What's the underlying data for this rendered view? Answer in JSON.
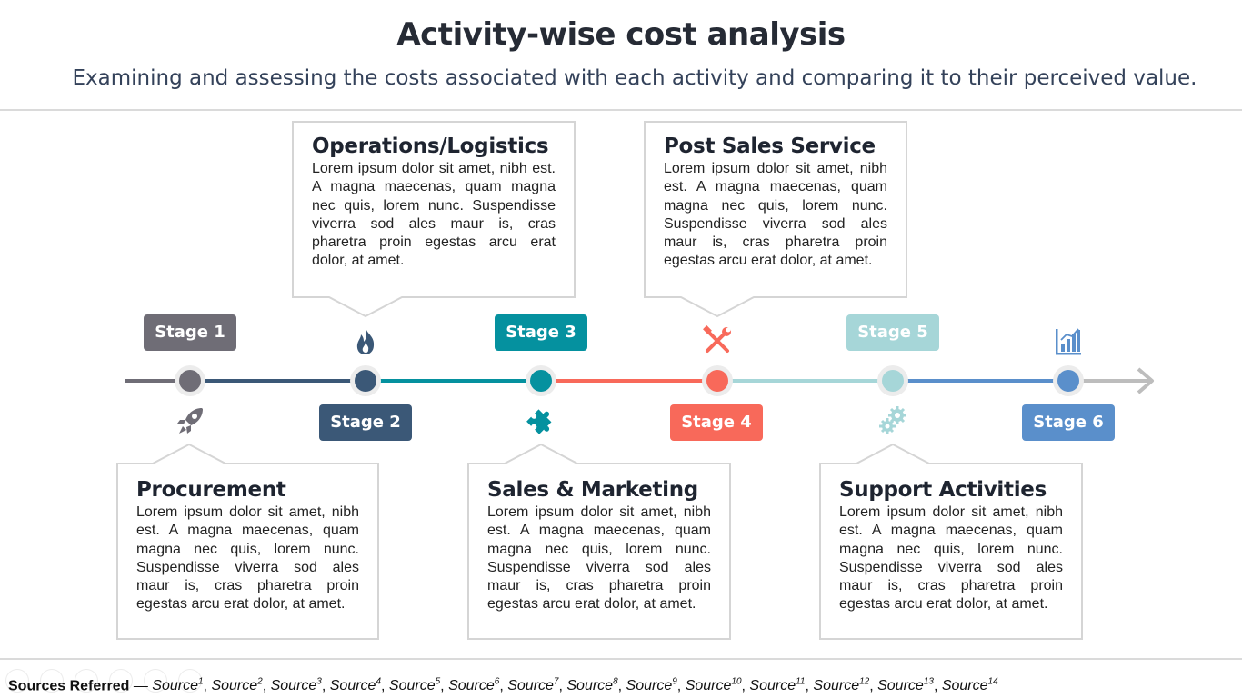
{
  "header": {
    "title": "Activity-wise cost analysis",
    "subtitle": "Examining and assessing the costs associated with each activity and comparing it to their perceived value."
  },
  "boxes": [
    {
      "title": "Operations/Logistics",
      "text": "Lorem ipsum dolor sit amet, nibh est. A magna maecenas, quam magna nec quis, lorem nunc. Suspendisse viverra sod ales maur is, cras pharetra proin egestas arcu erat dolor, at amet."
    },
    {
      "title": "Post Sales Service",
      "text": "Lorem ipsum dolor sit amet, nibh est. A magna maecenas, quam magna nec quis, lorem nunc. Suspendisse viverra sod ales maur is, cras pharetra proin egestas arcu erat dolor, at amet."
    },
    {
      "title": "Procurement",
      "text": "Lorem ipsum dolor sit amet, nibh est. A magna maecenas, quam magna nec quis, lorem nunc. Suspendisse viverra sod ales maur is, cras pharetra proin egestas arcu erat dolor, at amet."
    },
    {
      "title": "Sales & Marketing",
      "text": "Lorem ipsum dolor sit amet, nibh est. A magna maecenas, quam magna nec quis, lorem nunc. Suspendisse viverra sod ales maur is, cras pharetra proin egestas arcu erat dolor, at amet."
    },
    {
      "title": "Support Activities",
      "text": "Lorem ipsum dolor sit amet, nibh est. A magna maecenas, quam magna nec quis, lorem nunc. Suspendisse viverra sod ales maur is, cras pharetra proin egestas arcu erat dolor, at amet."
    }
  ],
  "stages": [
    {
      "label": "Stage 1",
      "color": "#6f6d76",
      "icon": "rocket-icon"
    },
    {
      "label": "Stage 2",
      "color": "#3b5877",
      "icon": "fire-icon"
    },
    {
      "label": "Stage 3",
      "color": "#05919f",
      "icon": "puzzle-icon"
    },
    {
      "label": "Stage 4",
      "color": "#f8695a",
      "icon": "tools-icon"
    },
    {
      "label": "Stage 5",
      "color": "#a6d6d8",
      "icon": "gears-icon"
    },
    {
      "label": "Stage 6",
      "color": "#5a8fcb",
      "icon": "bar-chart-icon"
    }
  ],
  "sources": {
    "label": "Sources Referred",
    "dash": " — ",
    "prefix": "Source",
    "items": [
      "1",
      "2",
      "3",
      "4",
      "5",
      "6",
      "7",
      "8",
      "9",
      "10",
      "11",
      "12",
      "13",
      "14"
    ]
  }
}
